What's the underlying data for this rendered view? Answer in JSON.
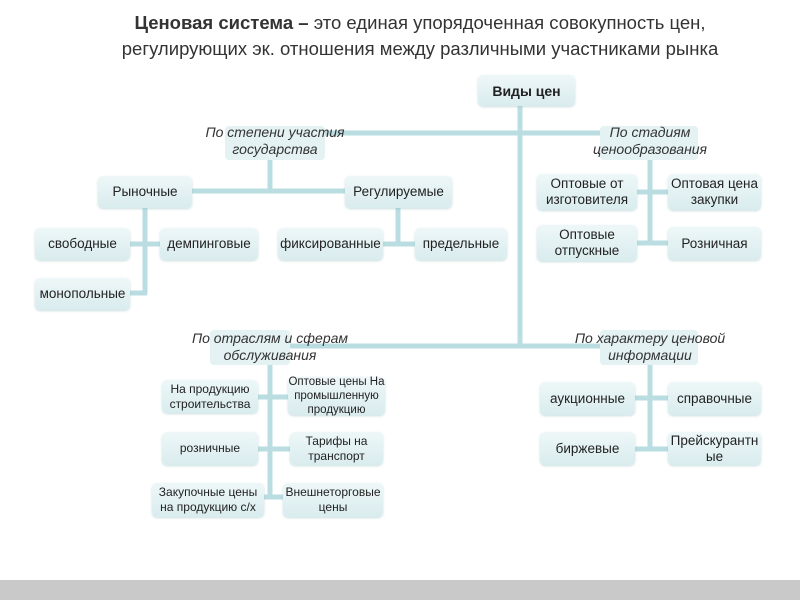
{
  "title": {
    "bold": "Ценовая система –",
    "rest_line1": " это единая упорядоченная совокупность цен,",
    "line2": "регулирующих эк. отношения между различными участниками рынка"
  },
  "root": "Виды цен",
  "colors": {
    "line": "#b9dde1",
    "box": "#e2f1f2",
    "bottom_band": "#c9c9c9"
  },
  "groups": [
    {
      "label": "По степени участия государства",
      "children": [
        {
          "label": "Рыночные",
          "children": [
            "свободные",
            "демпинговые",
            "монопольные"
          ]
        },
        {
          "label": "Регулируемые",
          "children": [
            "фиксированные",
            "предельные"
          ]
        }
      ]
    },
    {
      "label": "По стадиям ценообразования",
      "children": [
        "Оптовые от изготовителя",
        "Оптовая цена закупки",
        "Оптовые отпускные",
        "Розничная"
      ]
    },
    {
      "label": "По отраслям и сферам обслуживания",
      "children": [
        "На продукцию строительства",
        "Оптовые цены На промышленную продукцию",
        "розничные",
        "Тарифы на транспорт",
        "Закупочные цены на продукцию с/х",
        "Внешнеторговые цены"
      ]
    },
    {
      "label": "По характеру ценовой информации",
      "children": [
        "аукционные",
        "справочные",
        "биржевые",
        "Прейскурантные"
      ]
    }
  ]
}
